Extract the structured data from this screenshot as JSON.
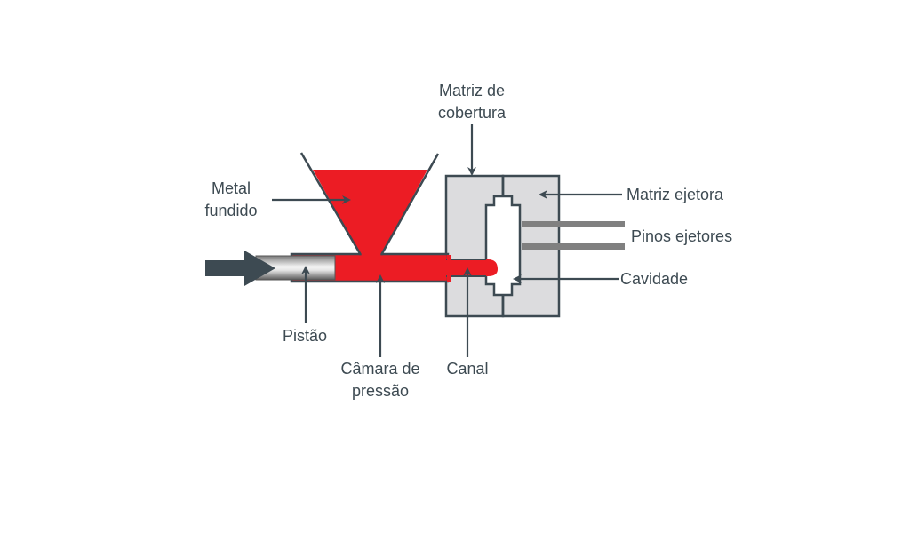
{
  "diagram": {
    "title": "Die casting (câmara fria) diagram",
    "colors": {
      "molten_metal": "#ec1c24",
      "outline": "#3d4a52",
      "die": "#dcdcde",
      "pins": "#808080",
      "label": "#3d4a52"
    },
    "labels": {
      "metal_fundido": [
        "Metal",
        "fundido"
      ],
      "matriz_cobertura": [
        "Matriz de",
        "cobertura"
      ],
      "matriz_ejetora": "Matriz ejetora",
      "pinos_ejetores": "Pinos ejetores",
      "cavidade": "Cavidade",
      "pistao": "Pistão",
      "camara_pressao": [
        "Câmara de",
        "pressão"
      ],
      "canal": "Canal"
    }
  }
}
